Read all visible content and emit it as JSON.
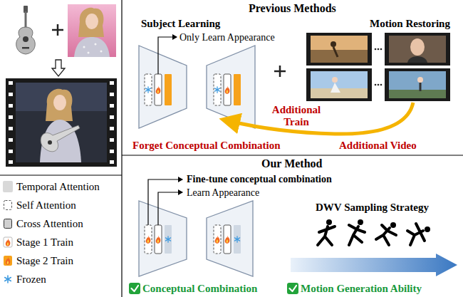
{
  "diagram": {
    "labels": [
      "Previous Methods",
      "Subject Learning",
      "Only Learn Appearance",
      "Motion Restoring",
      "Additional Train",
      "Forget Conceptual Combination",
      "Additional Video",
      "Our Method",
      "Fine-tune conceptual combination",
      "Learn Appearance",
      "DWV Sampling Strategy",
      "Conceptual Combination",
      "Motion Generation Ability"
    ],
    "legend": [
      {
        "text": "Temporal Attention",
        "color": "#d9d9d9"
      },
      {
        "text": "Self Attention"
      },
      {
        "text": "Cross Attention"
      },
      {
        "text": "Stage 1 Train"
      },
      {
        "text": "Stage 2 Train"
      },
      {
        "text": "Frozen"
      }
    ]
  }
}
